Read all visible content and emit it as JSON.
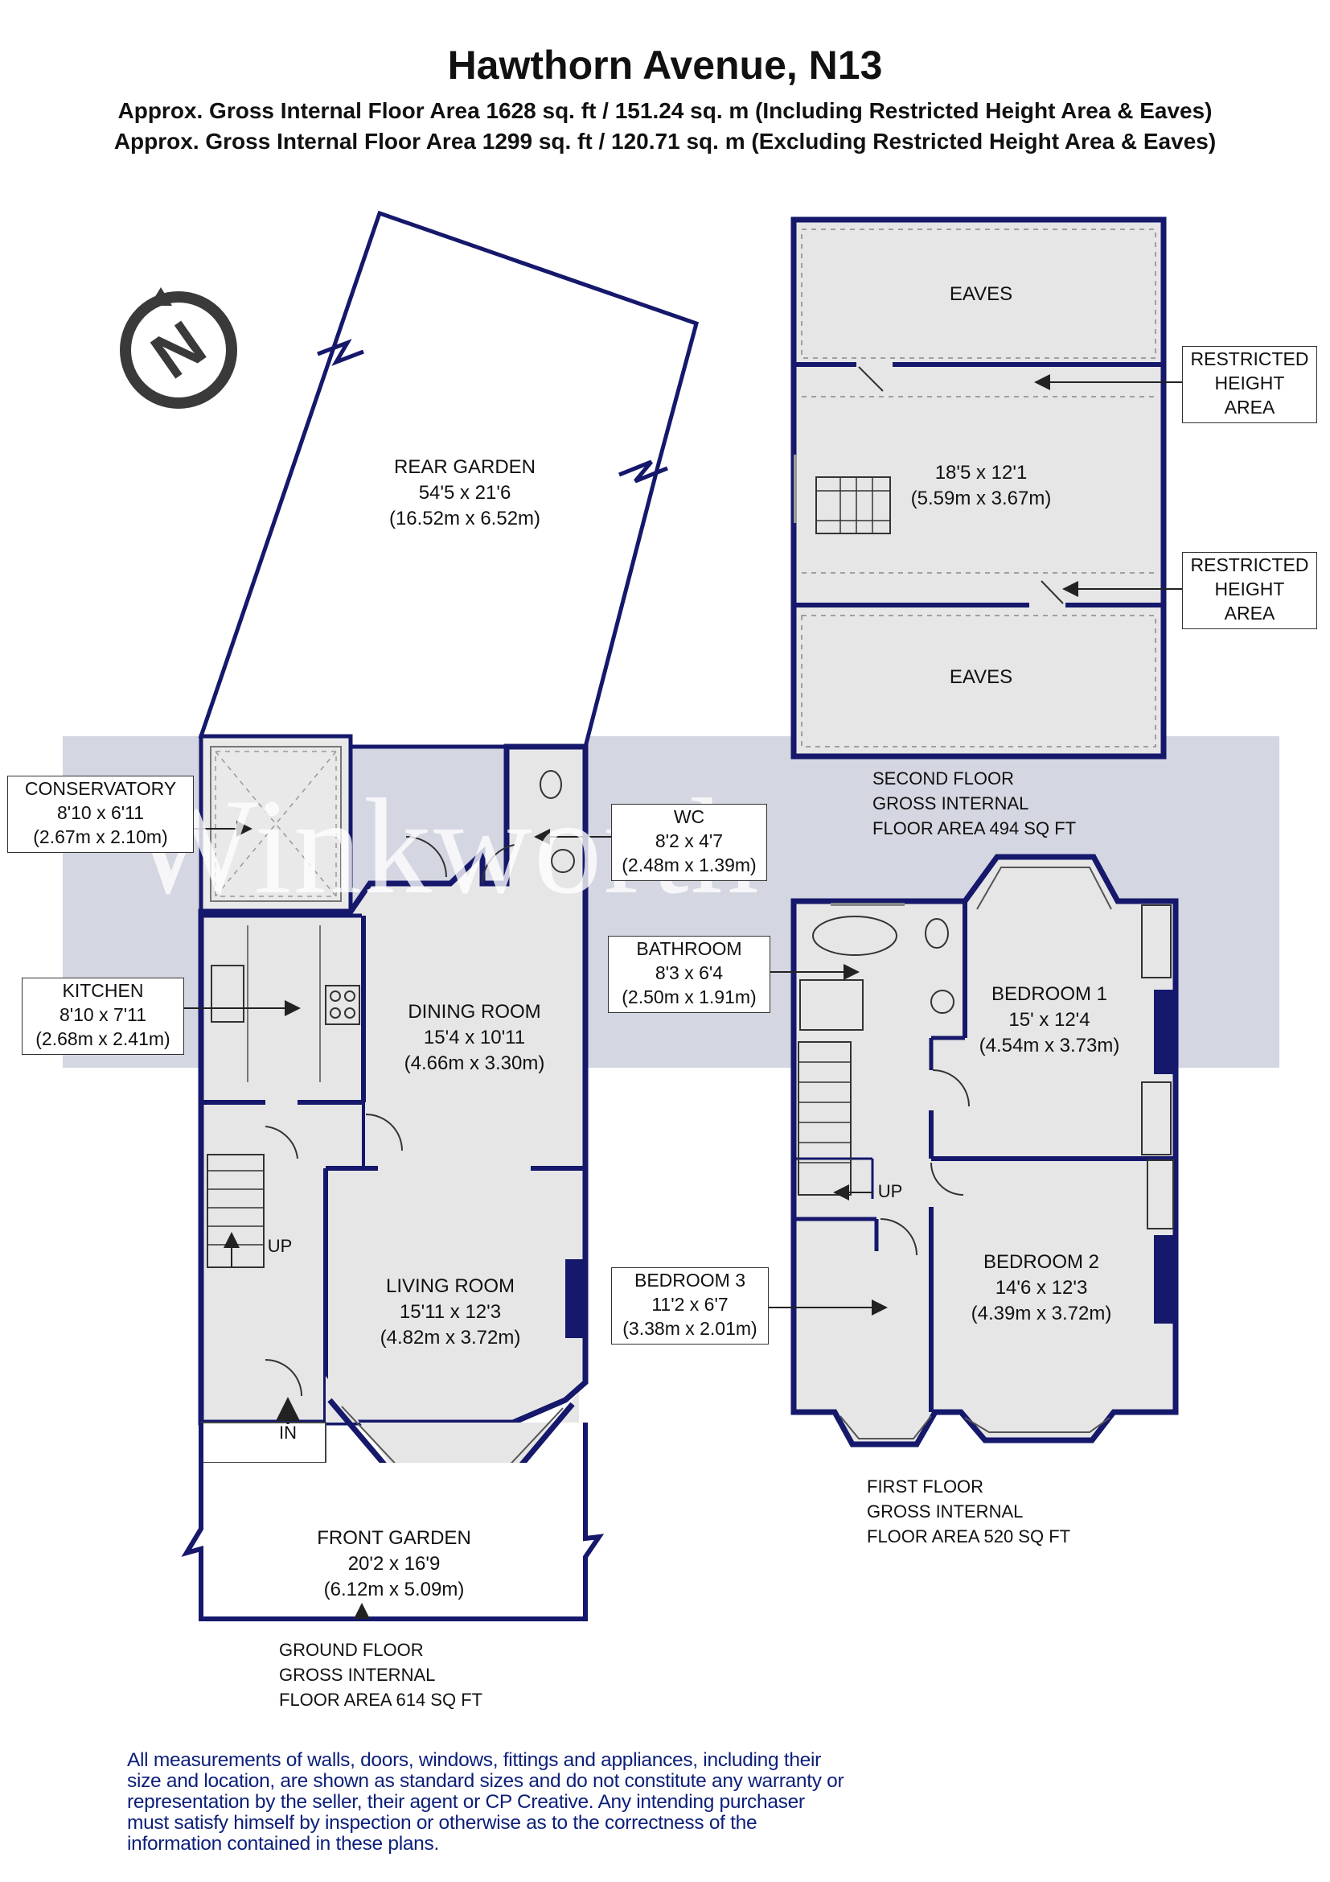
{
  "header": {
    "title": "Hawthorn Avenue, N13",
    "subtitle_including": "Approx. Gross Internal Floor Area 1628 sq. ft / 151.24 sq. m (Including Restricted Height Area & Eaves)",
    "subtitle_excluding": "Approx. Gross Internal Floor Area 1299 sq. ft / 120.71 sq. m (Excluding Restricted Height Area & Eaves)"
  },
  "watermark": "Winkworth",
  "compass": {
    "letter": "N",
    "icon": "north-compass-icon"
  },
  "colors": {
    "wall": "#15186b",
    "room_fill": "#e8e8e8",
    "watermark_band": "#c9ccd9",
    "disclaimer": "#0c1f7a"
  },
  "rooms": {
    "rear_garden": {
      "name": "REAR GARDEN",
      "imperial": "54'5 x 21'6",
      "metric": "(16.52m x 6.52m)"
    },
    "conservatory": {
      "name": "CONSERVATORY",
      "imperial": "8'10 x 6'11",
      "metric": "(2.67m x 2.10m)"
    },
    "wc": {
      "name": "WC",
      "imperial": "8'2 x 4'7",
      "metric": "(2.48m x 1.39m)"
    },
    "kitchen": {
      "name": "KITCHEN",
      "imperial": "8'10 x 7'11",
      "metric": "(2.68m x 2.41m)"
    },
    "dining_room": {
      "name": "DINING ROOM",
      "imperial": "15'4 x 10'11",
      "metric": "(4.66m x 3.30m)"
    },
    "living_room": {
      "name": "LIVING ROOM",
      "imperial": "15'11 x 12'3",
      "metric": "(4.82m x 3.72m)"
    },
    "front_garden": {
      "name": "FRONT GARDEN",
      "imperial": "20'2 x 16'9",
      "metric": "(6.12m x 5.09m)"
    },
    "eaves_top": {
      "name": "EAVES"
    },
    "eaves_bottom": {
      "name": "EAVES"
    },
    "loft_room": {
      "imperial": "18'5 x 12'1",
      "metric": "(5.59m x 3.67m)"
    },
    "restricted_1": {
      "line1": "RESTRICTED",
      "line2": "HEIGHT",
      "line3": "AREA"
    },
    "restricted_2": {
      "line1": "RESTRICTED",
      "line2": "HEIGHT",
      "line3": "AREA"
    },
    "bathroom": {
      "name": "BATHROOM",
      "imperial": "8'3 x 6'4",
      "metric": "(2.50m x 1.91m)"
    },
    "bedroom_1": {
      "name": "BEDROOM 1",
      "imperial": "15' x 12'4",
      "metric": "(4.54m x 3.73m)"
    },
    "bedroom_2": {
      "name": "BEDROOM 2",
      "imperial": "14'6 x 12'3",
      "metric": "(4.39m x 3.72m)"
    },
    "bedroom_3": {
      "name": "BEDROOM 3",
      "imperial": "11'2 x 6'7",
      "metric": "(3.38m x 2.01m)"
    }
  },
  "markers": {
    "up_ground": "UP",
    "up_first": "UP",
    "in": "IN"
  },
  "floors": {
    "ground": {
      "line1": "GROUND FLOOR",
      "line2": "GROSS INTERNAL",
      "line3": "FLOOR AREA 614 SQ FT"
    },
    "first": {
      "line1": "FIRST FLOOR",
      "line2": "GROSS INTERNAL",
      "line3": "FLOOR AREA 520 SQ FT"
    },
    "second": {
      "line1": "SECOND FLOOR",
      "line2": "GROSS INTERNAL",
      "line3": "FLOOR AREA 494 SQ FT"
    }
  },
  "disclaimer": "All measurements of walls, doors, windows, fittings and appliances, including their size and location, are shown as standard sizes and do not constitute any warranty or representation by the seller, their agent or CP Creative. Any intending purchaser must satisfy himself by inspection or otherwise as to the correctness of the information contained in these plans."
}
